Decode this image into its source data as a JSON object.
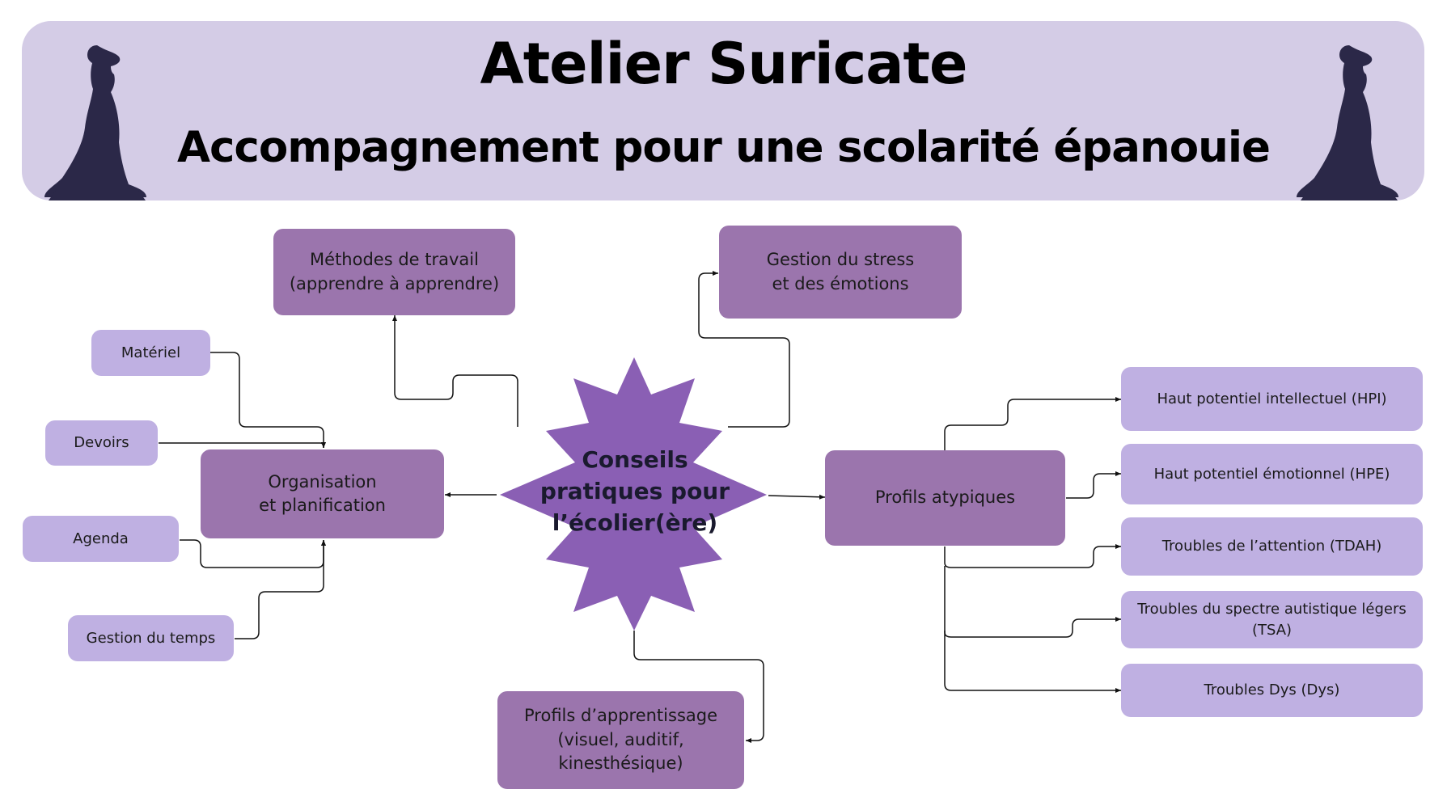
{
  "header": {
    "title": "Atelier Suricate",
    "subtitle": "Accompagnement pour une scolarité épanouie"
  },
  "center": {
    "label": "Conseils\npratiques pour\nl’écolier(ère)"
  },
  "nodes": {
    "methodes": "Méthodes de travail\n(apprendre à apprendre)",
    "stress": "Gestion du stress\net des émotions",
    "organisation": "Organisation\net planification",
    "profils_atypiques": "Profils atypiques",
    "profils_apprentissage": "Profils d’apprentissage\n(visuel, auditif, kinesthésique)",
    "materiel": "Matériel",
    "devoirs": "Devoirs",
    "agenda": "Agenda",
    "gestion_temps": "Gestion du temps",
    "hpi": "Haut potentiel intellectuel (HPI)",
    "hpe": "Haut potentiel émotionnel (HPE)",
    "tdah": "Troubles de l’attention (TDAH)",
    "tsa": "Troubles du spectre autistique légers (TSA)",
    "dys": "Troubles Dys  (Dys)"
  },
  "colors": {
    "banner": "#d4cce6",
    "dark_node": "#9b75ad",
    "light_node": "#bfb0e2",
    "center_star": "#8a5fb4",
    "meerkat": "#2b2848"
  }
}
